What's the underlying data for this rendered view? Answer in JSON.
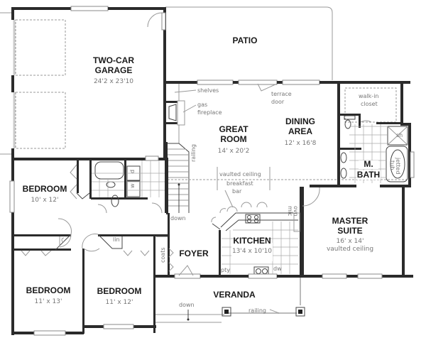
{
  "plan": {
    "rooms": [
      {
        "id": "garage",
        "name_lines": [
          "TWO-CAR",
          "GARAGE"
        ],
        "size": "24'2 x 23'10"
      },
      {
        "id": "patio",
        "name_lines": [
          "PATIO"
        ],
        "size": ""
      },
      {
        "id": "great-room",
        "name_lines": [
          "GREAT",
          "ROOM"
        ],
        "size": "14' x 20'2"
      },
      {
        "id": "dining-area",
        "name_lines": [
          "DINING",
          "AREA"
        ],
        "size": "12' x 16'8"
      },
      {
        "id": "master-bath",
        "name_lines": [
          "M.",
          "BATH"
        ],
        "size": ""
      },
      {
        "id": "bedroom-1",
        "name_lines": [
          "BEDROOM"
        ],
        "size": "10' x 12'"
      },
      {
        "id": "bedroom-2",
        "name_lines": [
          "BEDROOM"
        ],
        "size": "11' x 13'"
      },
      {
        "id": "bedroom-3",
        "name_lines": [
          "BEDROOM"
        ],
        "size": "11' x 12'"
      },
      {
        "id": "foyer",
        "name_lines": [
          "FOYER"
        ],
        "size": ""
      },
      {
        "id": "kitchen",
        "name_lines": [
          "KITCHEN"
        ],
        "size": "13'4 x 10'10"
      },
      {
        "id": "master-suite",
        "name_lines": [
          "MASTER",
          "SUITE"
        ],
        "size": "16' x 14'",
        "extra": "vaulted ceiling"
      },
      {
        "id": "veranda",
        "name_lines": [
          "VERANDA"
        ],
        "size": ""
      }
    ],
    "notes": {
      "shelves": "shelves",
      "gas_fireplace_1": "gas",
      "gas_fireplace_2": "fireplace",
      "terrace_door_1": "terrace",
      "terrace_door_2": "door",
      "walkin_closet_1": "walk-in",
      "walkin_closet_2": "closet",
      "shower": "sh",
      "jetted_tub_1": "jetted",
      "jetted_tub_2": "tub",
      "railing_stair": "railing",
      "vaulted_ceiling": "vaulted ceiling",
      "breakfast_bar_1": "breakfast",
      "breakfast_bar_2": "bar",
      "down_stair": "down",
      "oven": "ovn",
      "microwave": "mic",
      "pantry": "pty",
      "dishwasher": "dw",
      "linen": "lin",
      "coats": "coats",
      "washer": "w",
      "dryer": "d",
      "down_veranda": "down",
      "railing_veranda": "railing"
    }
  }
}
